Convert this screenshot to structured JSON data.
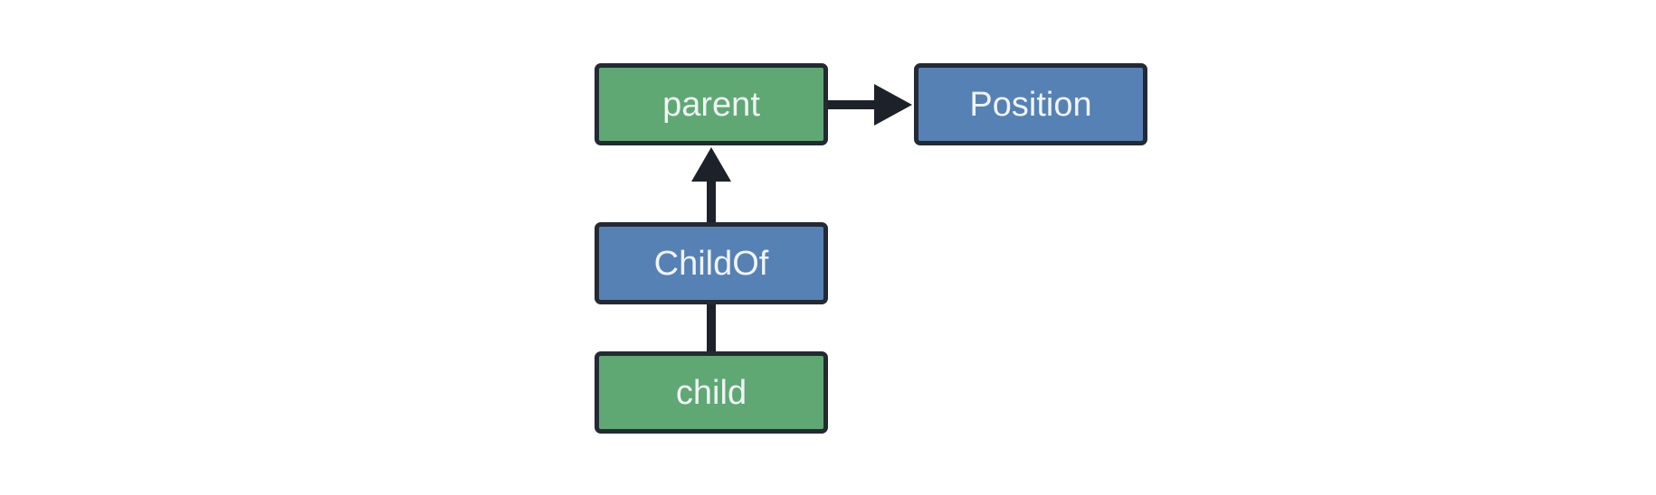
{
  "diagram": {
    "description": "Entity relationship diagram with four nodes and three connectors",
    "background": "#ffffff",
    "colors": {
      "entity_fill": "#5fa873",
      "component_fill": "#5581b5",
      "node_border": "#242a34",
      "node_text": "#f1f4f7",
      "connector": "#1d212a",
      "canvas_bg": "#ffffff"
    },
    "nodes": [
      {
        "id": "parent",
        "label": "parent",
        "type": "entity"
      },
      {
        "id": "Position",
        "label": "Position",
        "type": "component"
      },
      {
        "id": "ChildOf",
        "label": "ChildOf",
        "type": "component"
      },
      {
        "id": "child",
        "label": "child",
        "type": "entity"
      }
    ],
    "edges": [
      {
        "from": "parent",
        "to": "Position",
        "arrowhead": true,
        "direction": "right"
      },
      {
        "from": "ChildOf",
        "to": "parent",
        "arrowhead": true,
        "direction": "up"
      },
      {
        "from": "child",
        "to": "ChildOf",
        "arrowhead": false,
        "direction": "up"
      }
    ]
  }
}
